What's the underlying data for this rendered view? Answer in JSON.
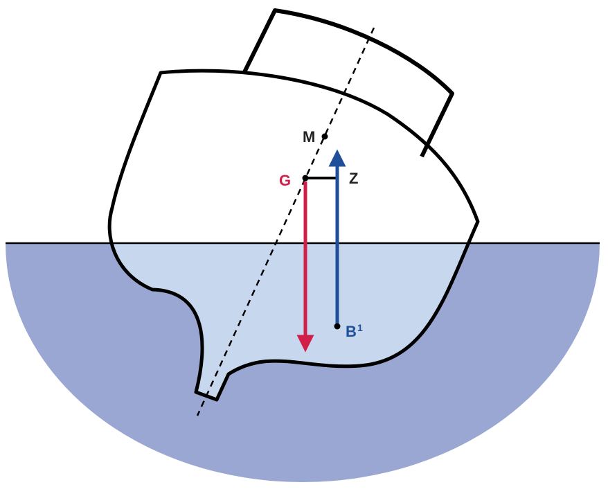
{
  "diagram": {
    "labels": {
      "metacenter": "M",
      "center_of_gravity": "G",
      "righting_arm_point": "Z",
      "center_of_buoyancy": "B",
      "center_of_buoyancy_superscript": "1"
    },
    "colors": {
      "deep_water": "#9aa7d3",
      "submerged_hull": "#c7d8ee",
      "hull_outline": "#000000",
      "gravity_arrow": "#d21f4a",
      "buoyancy_arrow": "#1f4e9b",
      "label_default": "#222222"
    }
  }
}
